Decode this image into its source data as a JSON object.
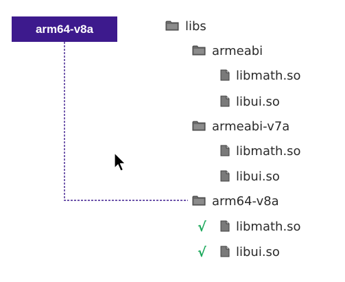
{
  "abi_box": {
    "label": "arm64-v8a",
    "color": "#3d1a8d"
  },
  "tree": {
    "root": {
      "label": "libs",
      "icon": "folder-icon"
    },
    "folders": [
      {
        "label": "armeabi",
        "icon": "folder-icon",
        "files": [
          {
            "label": "libmath.so",
            "icon": "file-icon",
            "checked": false
          },
          {
            "label": "libui.so",
            "icon": "file-icon",
            "checked": false
          }
        ]
      },
      {
        "label": "armeabi-v7a",
        "icon": "folder-icon",
        "files": [
          {
            "label": "libmath.so",
            "icon": "file-icon",
            "checked": false
          },
          {
            "label": "libui.so",
            "icon": "file-icon",
            "checked": false
          }
        ]
      },
      {
        "label": "arm64-v8a",
        "icon": "folder-icon",
        "files": [
          {
            "label": "libmath.so",
            "icon": "file-icon",
            "checked": true
          },
          {
            "label": "libui.so",
            "icon": "file-icon",
            "checked": true
          }
        ]
      }
    ]
  },
  "check_mark": "√",
  "check_color": "#1aa85a",
  "cursor_icon": "mouse-pointer-icon"
}
